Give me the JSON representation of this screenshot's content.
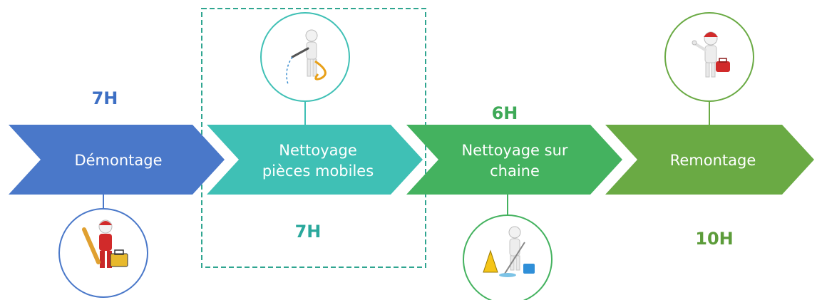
{
  "colors": {
    "step1": "#4a78c9",
    "step2": "#3fc0b5",
    "step3": "#44b25f",
    "step4": "#6aaa44",
    "highlight_border": "#2fa590"
  },
  "steps": [
    {
      "label_lines": [
        "Démontage"
      ],
      "duration": "7H",
      "icon": "worker-toolbox-icon"
    },
    {
      "label_lines": [
        "Nettoyage",
        "pièces mobiles"
      ],
      "duration": "7H",
      "icon": "cleaning-hose-icon"
    },
    {
      "label_lines": [
        "Nettoyage sur",
        "chaine"
      ],
      "duration": "6H",
      "icon": "mop-bucket-icon"
    },
    {
      "label_lines": [
        "Remontage"
      ],
      "duration": "10H",
      "icon": "worker-thumbs-up-icon"
    }
  ]
}
